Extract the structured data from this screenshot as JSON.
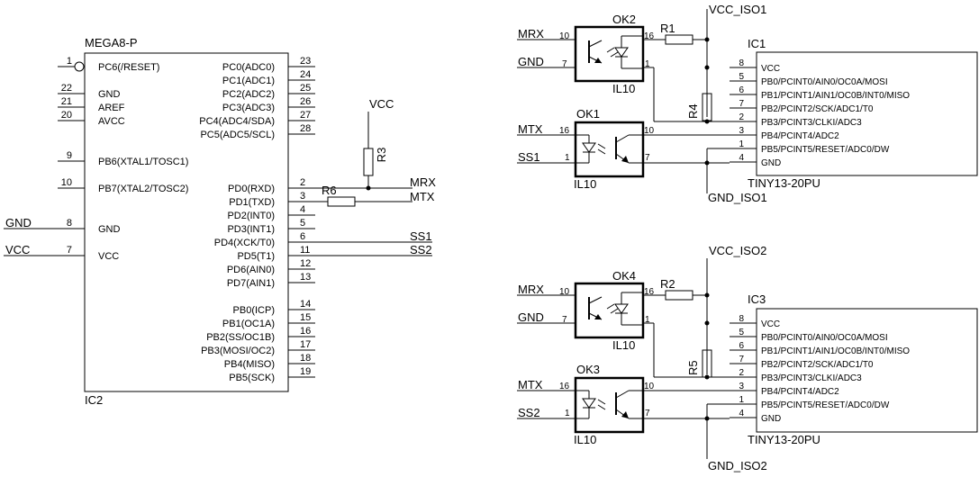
{
  "ic2": {
    "name": "MEGA8-P",
    "ref": "IC2",
    "left_pins": [
      {
        "num": "1",
        "label": "PC6(/RESET)"
      },
      {
        "num": "22",
        "label": "GND"
      },
      {
        "num": "21",
        "label": "AREF"
      },
      {
        "num": "20",
        "label": "AVCC"
      },
      {
        "num": "9",
        "label": "PB6(XTAL1/TOSC1)"
      },
      {
        "num": "10",
        "label": "PB7(XTAL2/TOSC2)"
      },
      {
        "num": "8",
        "label": "GND"
      },
      {
        "num": "7",
        "label": "VCC"
      }
    ],
    "right_pins": [
      {
        "num": "23",
        "label": "PC0(ADC0)"
      },
      {
        "num": "24",
        "label": "PC1(ADC1)"
      },
      {
        "num": "25",
        "label": "PC2(ADC2)"
      },
      {
        "num": "26",
        "label": "PC3(ADC3)"
      },
      {
        "num": "27",
        "label": "PC4(ADC4/SDA)"
      },
      {
        "num": "28",
        "label": "PC5(ADC5/SCL)"
      },
      {
        "num": "2",
        "label": "PD0(RXD)"
      },
      {
        "num": "3",
        "label": "PD1(TXD)"
      },
      {
        "num": "4",
        "label": "PD2(INT0)"
      },
      {
        "num": "5",
        "label": "PD3(INT1)"
      },
      {
        "num": "6",
        "label": "PD4(XCK/T0)"
      },
      {
        "num": "11",
        "label": "PD5(T1)"
      },
      {
        "num": "12",
        "label": "PD6(AIN0)"
      },
      {
        "num": "13",
        "label": "PD7(AIN1)"
      },
      {
        "num": "14",
        "label": "PB0(ICP)"
      },
      {
        "num": "15",
        "label": "PB1(OC1A)"
      },
      {
        "num": "16",
        "label": "PB2(SS/OC1B)"
      },
      {
        "num": "17",
        "label": "PB3(MOSI/OC2)"
      },
      {
        "num": "18",
        "label": "PB4(MISO)"
      },
      {
        "num": "19",
        "label": "PB5(SCK)"
      }
    ]
  },
  "nets": {
    "gnd": "GND",
    "vcc": "VCC",
    "mrx": "MRX",
    "mtx": "MTX",
    "ss1": "SS1",
    "ss2": "SS2",
    "vcc_iso1": "VCC_ISO1",
    "gnd_iso1": "GND_ISO1",
    "vcc_iso2": "VCC_ISO2",
    "gnd_iso2": "GND_ISO2"
  },
  "resistors": {
    "r1": "R1",
    "r2": "R2",
    "r3": "R3",
    "r4": "R4",
    "r5": "R5",
    "r6": "R6"
  },
  "optocouplers": {
    "ok1": {
      "name": "OK1",
      "type": "IL10",
      "pins": [
        "16",
        "1",
        "10",
        "7"
      ]
    },
    "ok2": {
      "name": "OK2",
      "type": "IL10",
      "pins": [
        "10",
        "7",
        "16",
        "1"
      ]
    },
    "ok3": {
      "name": "OK3",
      "type": "IL10",
      "pins": [
        "16",
        "1",
        "10",
        "7"
      ]
    },
    "ok4": {
      "name": "OK4",
      "type": "IL10",
      "pins": [
        "10",
        "7",
        "16",
        "1"
      ]
    }
  },
  "ic1": {
    "ref": "IC1",
    "part": "TINY13-20PU",
    "pins": [
      {
        "num": "8",
        "label": "VCC"
      },
      {
        "num": "5",
        "label": "PB0/PCINT0/AIN0/OC0A/MOSI"
      },
      {
        "num": "6",
        "label": "PB1/PCINT1/AIN1/OC0B/INT0/MISO"
      },
      {
        "num": "7",
        "label": "PB2/PCINT2/SCK/ADC1/T0"
      },
      {
        "num": "2",
        "label": "PB3/PCINT3/CLKI/ADC3"
      },
      {
        "num": "3",
        "label": "PB4/PCINT4/ADC2"
      },
      {
        "num": "1",
        "label": "PB5/PCINT5/RESET/ADC0/DW"
      },
      {
        "num": "4",
        "label": "GND"
      }
    ]
  },
  "ic3": {
    "ref": "IC3",
    "part": "TINY13-20PU",
    "pins": [
      {
        "num": "8",
        "label": "VCC"
      },
      {
        "num": "5",
        "label": "PB0/PCINT0/AIN0/OC0A/MOSI"
      },
      {
        "num": "6",
        "label": "PB1/PCINT1/AIN1/OC0B/INT0/MISO"
      },
      {
        "num": "7",
        "label": "PB2/PCINT2/SCK/ADC1/T0"
      },
      {
        "num": "2",
        "label": "PB3/PCINT3/CLKI/ADC3"
      },
      {
        "num": "3",
        "label": "PB4/PCINT4/ADC2"
      },
      {
        "num": "1",
        "label": "PB5/PCINT5/RESET/ADC0/DW"
      },
      {
        "num": "4",
        "label": "GND"
      }
    ]
  }
}
